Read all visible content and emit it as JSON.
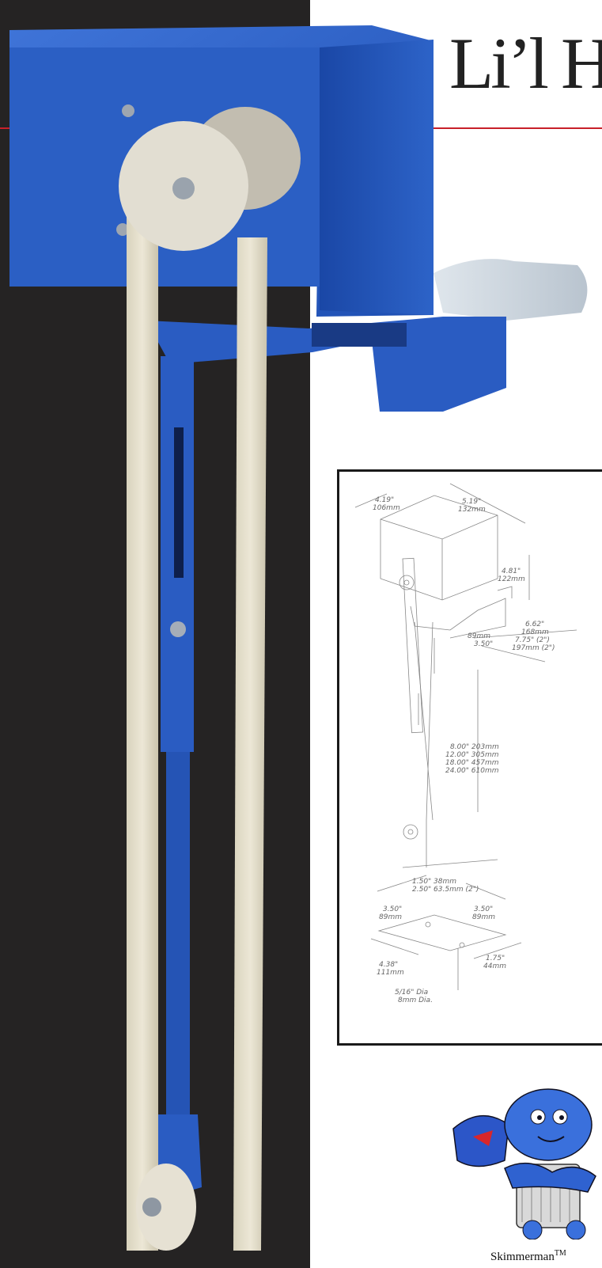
{
  "header": {
    "title": "Li’l H"
  },
  "dimensions": {
    "top_depth": [
      "4.19\"",
      "106mm"
    ],
    "top_width": [
      "5.19\"",
      "132mm"
    ],
    "height": [
      "4.81\"",
      "122mm"
    ],
    "mount_a": [
      "89mm",
      "3.50\""
    ],
    "mount_b": [
      "6.62\"",
      "168mm"
    ],
    "mount_c": [
      "7.75\" (2\")",
      "197mm (2\")"
    ],
    "tube_lengths": [
      "8.00\"   203mm",
      "12.00\"   305mm",
      "18.00\"   457mm",
      "24.00\"   610mm"
    ],
    "pulley": [
      "1.50\"  38mm",
      "2.50\"  63.5mm  (2\")"
    ],
    "base_left": [
      "3.50\"",
      "89mm"
    ],
    "base_right": [
      "3.50\"",
      "89mm"
    ],
    "base_depth": [
      "4.38\"",
      "111mm"
    ],
    "base_edge": [
      "1.75\"",
      "44mm"
    ],
    "hole": [
      "5/16\" Dia",
      "8mm  Dia."
    ]
  },
  "mascot": {
    "caption": "Skimmerman",
    "trademark": "TM"
  }
}
